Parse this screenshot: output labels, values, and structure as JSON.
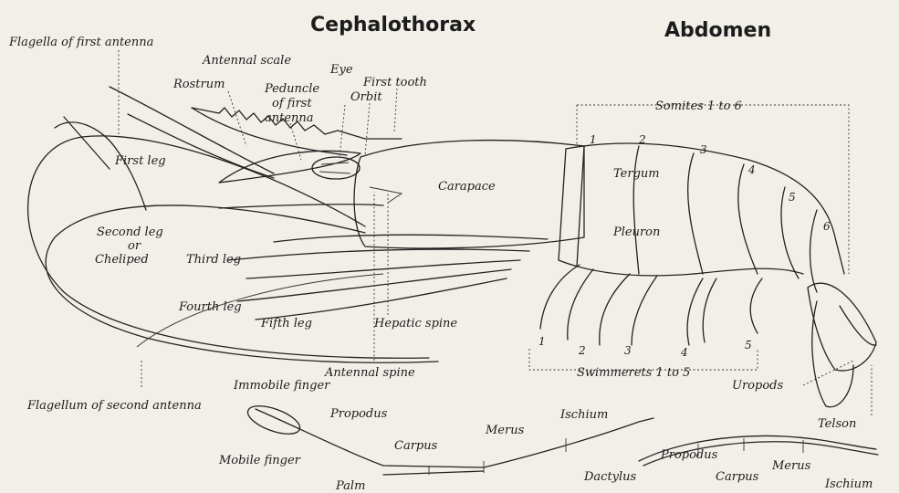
{
  "titles": {
    "cephalothorax": "Cephalothorax",
    "abdomen": "Abdomen"
  },
  "labels": {
    "flagella_first_antenna": "Flagella of first antenna",
    "antennal_scale": "Antennal scale",
    "rostrum": "Rostrum",
    "peduncle_line1": "Peduncle",
    "peduncle_line2": "of first",
    "peduncle_line3": "antenna",
    "eye": "Eye",
    "first_tooth": "First tooth",
    "orbit": "Orbit",
    "somites": "Somites 1 to 6",
    "first_leg": "First leg",
    "carapace": "Carapace",
    "tergum": "Tergum",
    "pleuron": "Pleuron",
    "second_leg_line1": "Second leg",
    "second_leg_line2": "or",
    "second_leg_line3": "Cheliped",
    "third_leg": "Third leg",
    "fourth_leg": "Fourth leg",
    "fifth_leg": "Fifth leg",
    "hepatic_spine": "Hepatic spine",
    "antennal_spine": "Antennal spine",
    "swimmerets": "Swimmerets 1 to 5",
    "uropods": "Uropods",
    "telson": "Telson",
    "immobile_finger": "Immobile finger",
    "flagellum_second_antenna": "Flagellum of second antenna",
    "propodus": "Propodus",
    "merus": "Merus",
    "ischium": "Ischium",
    "carpus": "Carpus",
    "mobile_finger": "Mobile finger",
    "palm": "Palm",
    "dactylus": "Dactylus",
    "propodus_2": "Propodus",
    "carpus_2": "Carpus",
    "merus_2": "Merus",
    "ischium_2": "Ischium"
  },
  "somite_numbers": [
    "1",
    "2",
    "3",
    "4",
    "5",
    "6"
  ],
  "swimmeret_numbers": [
    "1",
    "2",
    "3",
    "4",
    "5"
  ]
}
